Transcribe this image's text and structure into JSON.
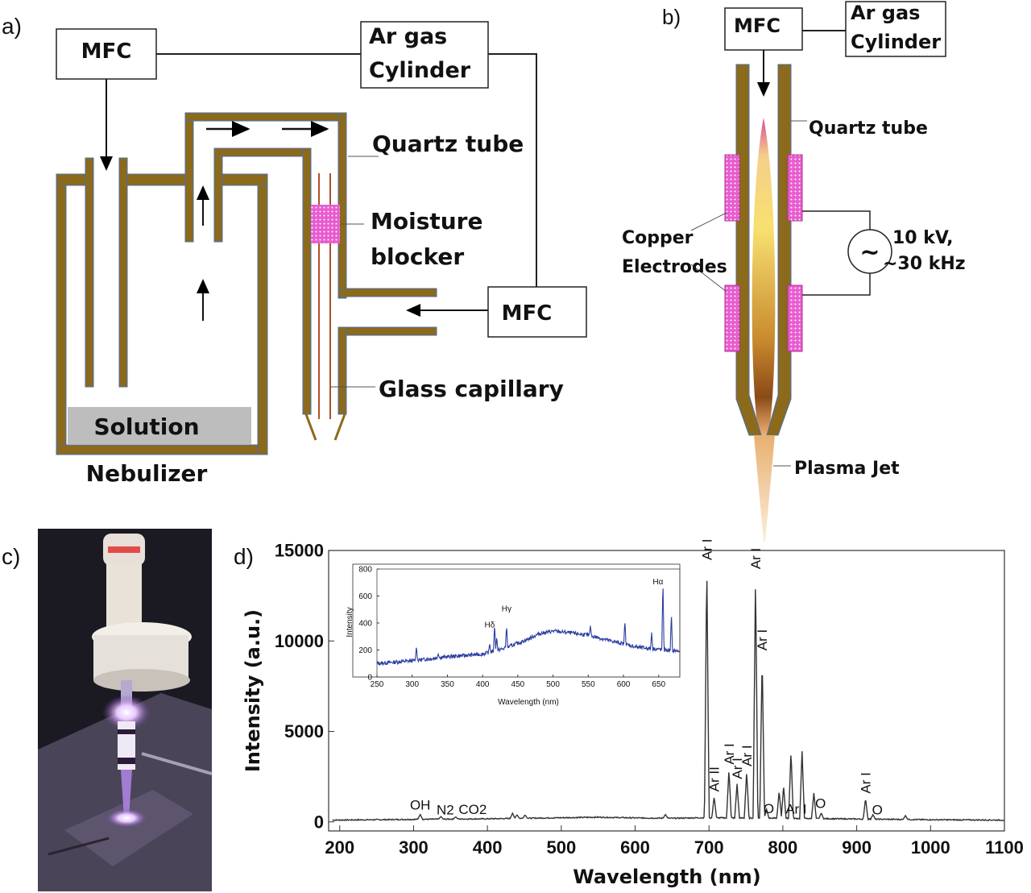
{
  "panel_a": {
    "label": "a)",
    "mfc_top": "MFC",
    "ar_gas_line1": "Ar gas",
    "ar_gas_line2": "Cylinder",
    "quartz_tube": "Quartz tube",
    "moisture_line1": "Moisture",
    "moisture_line2": "blocker",
    "mfc_right": "MFC",
    "glass_capillary": "Glass capillary",
    "solution": "Solution",
    "nebulizer": "Nebulizer"
  },
  "panel_b": {
    "label": "b)",
    "mfc": "MFC",
    "ar_gas_line1": "Ar gas",
    "ar_gas_line2": "Cylinder",
    "quartz_tube": "Quartz tube",
    "copper_line1": "Copper",
    "copper_line2": "Electrodes",
    "source_symbol": "~",
    "voltage_line1": "10 kV,",
    "voltage_line2": "~30 kHz",
    "plasma_jet": "Plasma Jet"
  },
  "panel_c": {
    "label": "c)"
  },
  "panel_d": {
    "label": "d)"
  },
  "colors": {
    "tube": "#8c6a1c",
    "tube_edge": "#4a6fa8",
    "electrode": "#e050c8",
    "capillary": "#b0502a",
    "solution": "#bdbdbd",
    "spectrum": "#333333",
    "inset_spectrum": "#2a3fa0"
  },
  "chart_data": [
    {
      "type": "line",
      "xlabel": "Wavelength (nm)",
      "ylabel": "Intensity (a.u.)",
      "xlim": [
        185,
        1100
      ],
      "ylim": [
        -500,
        15000
      ],
      "xticks": [
        "200",
        "300",
        "400",
        "500",
        "600",
        "700",
        "800",
        "900",
        "1000",
        "1100"
      ],
      "yticks": [
        "0",
        "5000",
        "10000",
        "15000"
      ],
      "grid": false,
      "baseline": [
        [
          190,
          100
        ],
        [
          250,
          120
        ],
        [
          300,
          140
        ],
        [
          400,
          170
        ],
        [
          500,
          230
        ],
        [
          550,
          260
        ],
        [
          600,
          220
        ],
        [
          650,
          200
        ],
        [
          690,
          230
        ],
        [
          800,
          200
        ],
        [
          900,
          160
        ],
        [
          1000,
          120
        ],
        [
          1100,
          100
        ]
      ],
      "peaks": [
        {
          "x": 309,
          "y": 420
        },
        {
          "x": 337,
          "y": 300
        },
        {
          "x": 357,
          "y": 280
        },
        {
          "x": 434,
          "y": 480
        },
        {
          "x": 440,
          "y": 400
        },
        {
          "x": 451,
          "y": 380
        },
        {
          "x": 641,
          "y": 420
        },
        {
          "x": 697,
          "y": 14200
        },
        {
          "x": 707,
          "y": 1400
        },
        {
          "x": 727,
          "y": 2900
        },
        {
          "x": 738,
          "y": 2100
        },
        {
          "x": 751,
          "y": 2800
        },
        {
          "x": 763,
          "y": 13700
        },
        {
          "x": 772,
          "y": 9200
        },
        {
          "x": 778,
          "y": 700
        },
        {
          "x": 795,
          "y": 1700
        },
        {
          "x": 801,
          "y": 2000
        },
        {
          "x": 811,
          "y": 3900
        },
        {
          "x": 826,
          "y": 3900
        },
        {
          "x": 842,
          "y": 1600
        },
        {
          "x": 852,
          "y": 500
        },
        {
          "x": 912,
          "y": 1300
        },
        {
          "x": 922,
          "y": 400
        },
        {
          "x": 966,
          "y": 350
        }
      ],
      "annotations": [
        {
          "text": "OH",
          "x": 309,
          "rotated": false
        },
        {
          "text": "N2",
          "x": 343,
          "rotated": false
        },
        {
          "text": "CO2",
          "x": 380,
          "rotated": false
        },
        {
          "text": "Ar I",
          "x": 697,
          "rotated": true
        },
        {
          "text": "Ar II",
          "x": 707,
          "rotated": true
        },
        {
          "text": "Ar I",
          "x": 727,
          "rotated": true
        },
        {
          "text": "Ar I",
          "x": 738,
          "rotated": true
        },
        {
          "text": "Ar I",
          "x": 751,
          "rotated": true
        },
        {
          "text": "Ar I",
          "x": 763,
          "rotated": true
        },
        {
          "text": "Ar I",
          "x": 772,
          "rotated": true
        },
        {
          "text": "O",
          "x": 781,
          "rotated": false
        },
        {
          "text": "Ar I",
          "x": 818,
          "rotated": false
        },
        {
          "text": "O",
          "x": 851,
          "rotated": false
        },
        {
          "text": "Ar I",
          "x": 912,
          "rotated": true
        },
        {
          "text": "O",
          "x": 928,
          "rotated": false
        }
      ]
    },
    {
      "type": "line",
      "xlabel": "Wavelength (nm)",
      "ylabel": "Intensity",
      "xlim": [
        250,
        680
      ],
      "ylim": [
        0,
        800
      ],
      "xticks": [
        "250",
        "300",
        "350",
        "400",
        "450",
        "500",
        "550",
        "600",
        "650"
      ],
      "yticks": [
        "0",
        "200",
        "400",
        "600",
        "800"
      ],
      "grid": false,
      "baseline": [
        [
          250,
          100
        ],
        [
          300,
          120
        ],
        [
          350,
          150
        ],
        [
          400,
          170
        ],
        [
          430,
          210
        ],
        [
          460,
          270
        ],
        [
          480,
          320
        ],
        [
          500,
          340
        ],
        [
          520,
          330
        ],
        [
          550,
          310
        ],
        [
          580,
          270
        ],
        [
          620,
          220
        ],
        [
          660,
          200
        ],
        [
          680,
          190
        ]
      ],
      "peaks": [
        {
          "x": 306,
          "y": 230
        },
        {
          "x": 337,
          "y": 170
        },
        {
          "x": 410,
          "y": 250
        },
        {
          "x": 417,
          "y": 390
        },
        {
          "x": 420,
          "y": 300
        },
        {
          "x": 434,
          "y": 380
        },
        {
          "x": 553,
          "y": 380
        },
        {
          "x": 602,
          "y": 420
        },
        {
          "x": 640,
          "y": 330
        },
        {
          "x": 656,
          "y": 720
        },
        {
          "x": 668,
          "y": 480
        }
      ],
      "annotations": [
        {
          "text": "Hδ",
          "x": 410,
          "y": 330
        },
        {
          "text": "Hγ",
          "x": 434,
          "y": 450
        },
        {
          "text": "Hα",
          "x": 649,
          "y": 650
        }
      ]
    }
  ]
}
